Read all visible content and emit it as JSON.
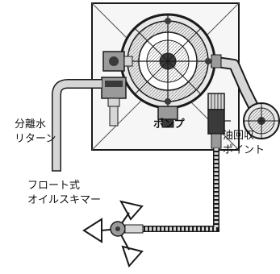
{
  "labels": {
    "separated_water_return_line1": "分離水",
    "separated_water_return_line2": "リターン",
    "pump": "ポンプ",
    "oil_recovery_point_line1": "油回収",
    "oil_recovery_point_line2": "ポイント",
    "float_skimmer_line1": "フロート式",
    "float_skimmer_line2": "オイルスキマー"
  },
  "colors": {
    "line": "#1a1a1a",
    "tank_fill": "#f4f4f4",
    "pipe_fill": "#d6d6d6",
    "metal_fill": "#9a9a9a",
    "dark_fill": "#3a3a3a"
  }
}
